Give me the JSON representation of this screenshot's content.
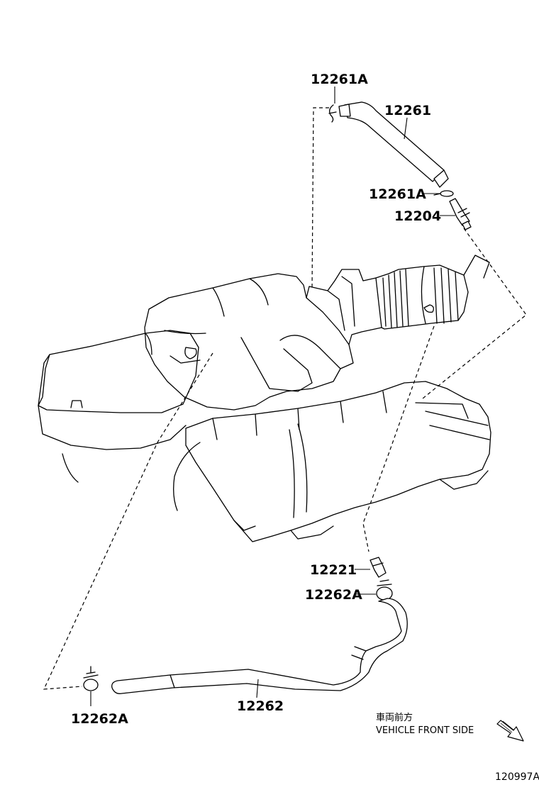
{
  "labels": {
    "clip_top": "12261A",
    "hose_top": "12261",
    "clip_mid": "12261A",
    "pcv_valve": "12204",
    "union": "12221",
    "clamp_right": "12262A",
    "hose_bottom": "12262",
    "clamp_left": "12262A"
  },
  "direction_note": {
    "line1": "車両前方",
    "line2": "VEHICLE FRONT SIDE"
  },
  "figure_id": "120997A"
}
